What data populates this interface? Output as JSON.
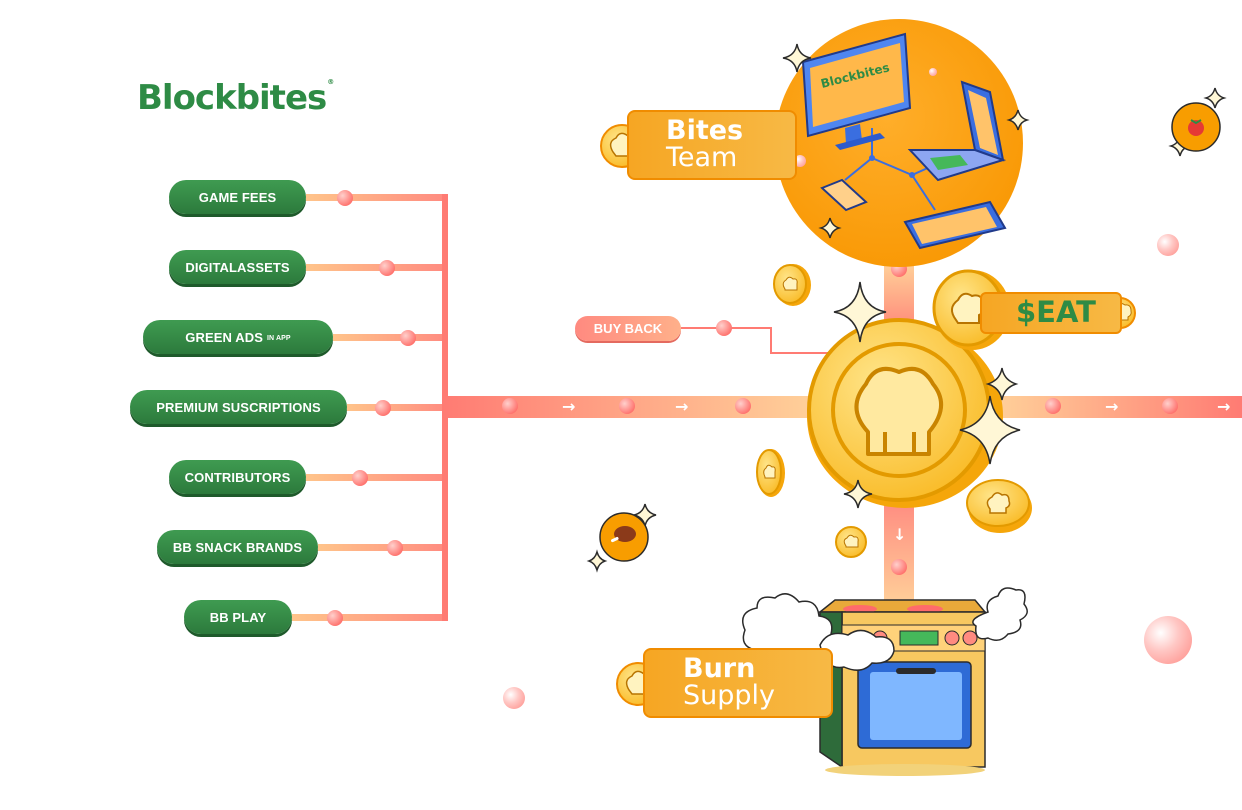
{
  "brand": {
    "name": "Blockbites",
    "registered_mark": "®",
    "screen_name": "Blockbites"
  },
  "sources": [
    {
      "label": "GAME FEES",
      "suffix": ""
    },
    {
      "label": "DIGITALASSETS",
      "suffix": ""
    },
    {
      "label": "GREEN ADS",
      "suffix": "IN APP"
    },
    {
      "label": "PREMIUM SUSCRIPTIONS",
      "suffix": ""
    },
    {
      "label": "CONTRIBUTORS",
      "suffix": ""
    },
    {
      "label": "BB SNACK BRANDS",
      "suffix": ""
    },
    {
      "label": "BB PLAY",
      "suffix": ""
    }
  ],
  "buy_back": {
    "label": "BUY BACK"
  },
  "team": {
    "line1": "Bites",
    "line2": "Team"
  },
  "token": {
    "label": "$EAT"
  },
  "burn": {
    "line1": "Burn",
    "line2": "Supply"
  },
  "flow_arrow_glyph": "→",
  "down_arrow_glyph": "↓",
  "icons": {
    "chef_hat": "chef-hat-icon",
    "tomato": "tomato-icon",
    "meat": "meat-icon",
    "sparkle": "sparkle-icon",
    "oven": "oven-icon",
    "monitor": "monitor-icon",
    "laptop": "laptop-icon",
    "phone": "phone-icon",
    "tablet": "tablet-icon"
  },
  "colors": {
    "green": "#2e8b45",
    "green_dark": "#1e5a2b",
    "orange": "#f7a81b",
    "orange_dark": "#f08c00",
    "coral": "#ff7b73",
    "peach": "#ffc48a",
    "gold": "#ffd35a"
  }
}
